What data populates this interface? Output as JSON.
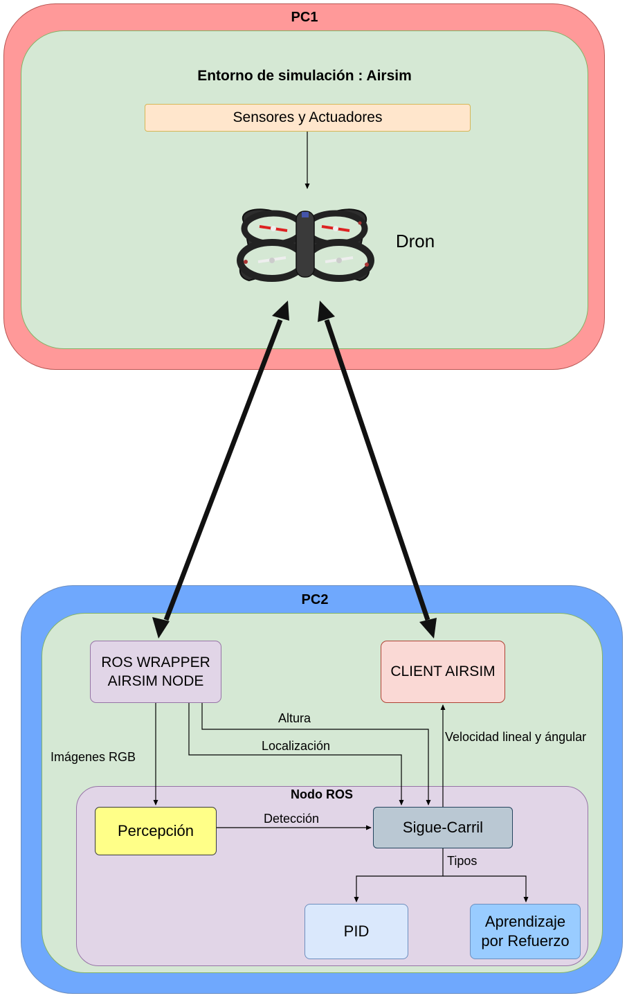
{
  "pc1": {
    "title": "PC1",
    "environment_title": "Entorno de simulación : Airsim",
    "sensors_label": "Sensores y Actuadores",
    "drone_label": "Dron"
  },
  "pc2": {
    "title": "PC2",
    "ros_wrapper": {
      "line1": "ROS WRAPPER",
      "line2": "AIRSIM NODE"
    },
    "client_airsim": "CLIENT AIRSIM",
    "nodo_ros": {
      "title": "Nodo ROS",
      "percepcion": "Percepción",
      "sigue_carril": "Sigue-Carril",
      "pid": "PID",
      "aprendizaje": {
        "line1": "Aprendizaje",
        "line2": "por Refuerzo"
      }
    }
  },
  "edge_labels": {
    "altura": "Altura",
    "localizacion": "Localización",
    "imagenes_rgb": "Imágenes RGB",
    "velocidad": "Velocidad lineal y ángular",
    "deteccion": "Detección",
    "tipos": "Tipos"
  },
  "colors": {
    "pc1_outer": "#ff9999",
    "pc1_inner": "#d5e8d4",
    "pc2_outer": "#6fa8fd",
    "pc2_inner": "#d5e8d4",
    "sensors": "#ffe6cc",
    "ros_wrapper": "#e1d5e7",
    "client_airsim": "#fad9d5",
    "nodo_ros": "#e1d5e7",
    "percepcion": "#ffff88",
    "sigue_carril": "#bac8d3",
    "pid": "#dae8fc",
    "aprendizaje": "#99ccff"
  }
}
